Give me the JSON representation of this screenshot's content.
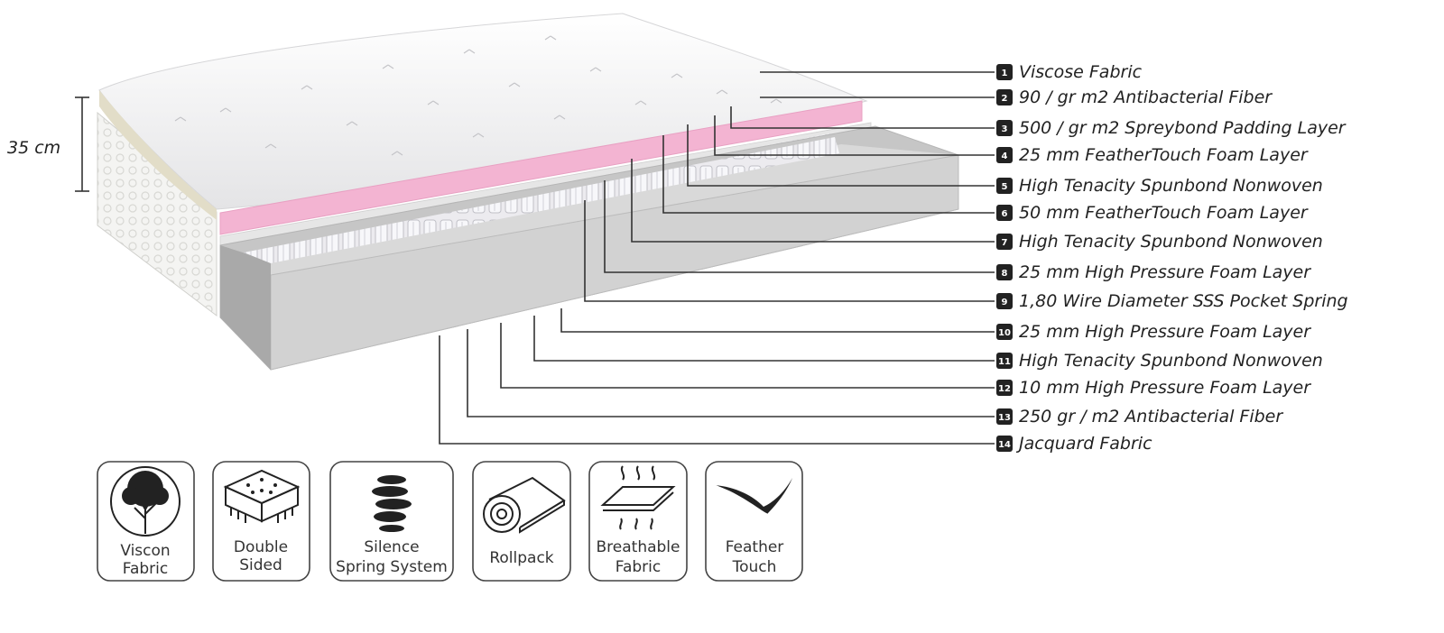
{
  "height_label": "35 cm",
  "layers": [
    {
      "num": "1",
      "label": "Viscose Fabric"
    },
    {
      "num": "2",
      "label": "90 / gr m2 Antibacterial Fiber"
    },
    {
      "num": "3",
      "label": "500 / gr m2 Spreybond Padding Layer"
    },
    {
      "num": "4",
      "label": "25 mm FeatherTouch Foam Layer"
    },
    {
      "num": "5",
      "label": "High Tenacity Spunbond Nonwoven"
    },
    {
      "num": "6",
      "label": "50 mm FeatherTouch Foam Layer"
    },
    {
      "num": "7",
      "label": "High Tenacity Spunbond Nonwoven"
    },
    {
      "num": "8",
      "label": "25 mm High Pressure Foam Layer"
    },
    {
      "num": "9",
      "label": "1,80 Wire Diameter SSS Pocket Spring"
    },
    {
      "num": "10",
      "label": "25 mm High Pressure Foam Layer"
    },
    {
      "num": "11",
      "label": "High Tenacity Spunbond Nonwoven"
    },
    {
      "num": "12",
      "label": "10 mm High Pressure Foam Layer"
    },
    {
      "num": "13",
      "label": "250 gr / m2 Antibacterial Fiber"
    },
    {
      "num": "14",
      "label": "Jacquard Fabric"
    }
  ],
  "features": [
    {
      "icon": "tree-icon",
      "line1": "Viscon",
      "line2": "Fabric"
    },
    {
      "icon": "double-sided-mattress-icon",
      "line1": "Double",
      "line2": "Sided"
    },
    {
      "icon": "spring-icon",
      "line1": "Silence",
      "line2": "Spring System"
    },
    {
      "icon": "rolled-mattress-icon",
      "line1": "Rollpack",
      "line2": ""
    },
    {
      "icon": "breathable-layers-icon",
      "line1": "Breathable",
      "line2": "Fabric"
    },
    {
      "icon": "feather-icon",
      "line1": "Feather",
      "line2": "Touch"
    }
  ],
  "colors": {
    "pink_foam": "#f3b4d2",
    "grey_foam": "#c9c9c9",
    "fabric": "#f2f2f2",
    "ink": "#222222"
  }
}
